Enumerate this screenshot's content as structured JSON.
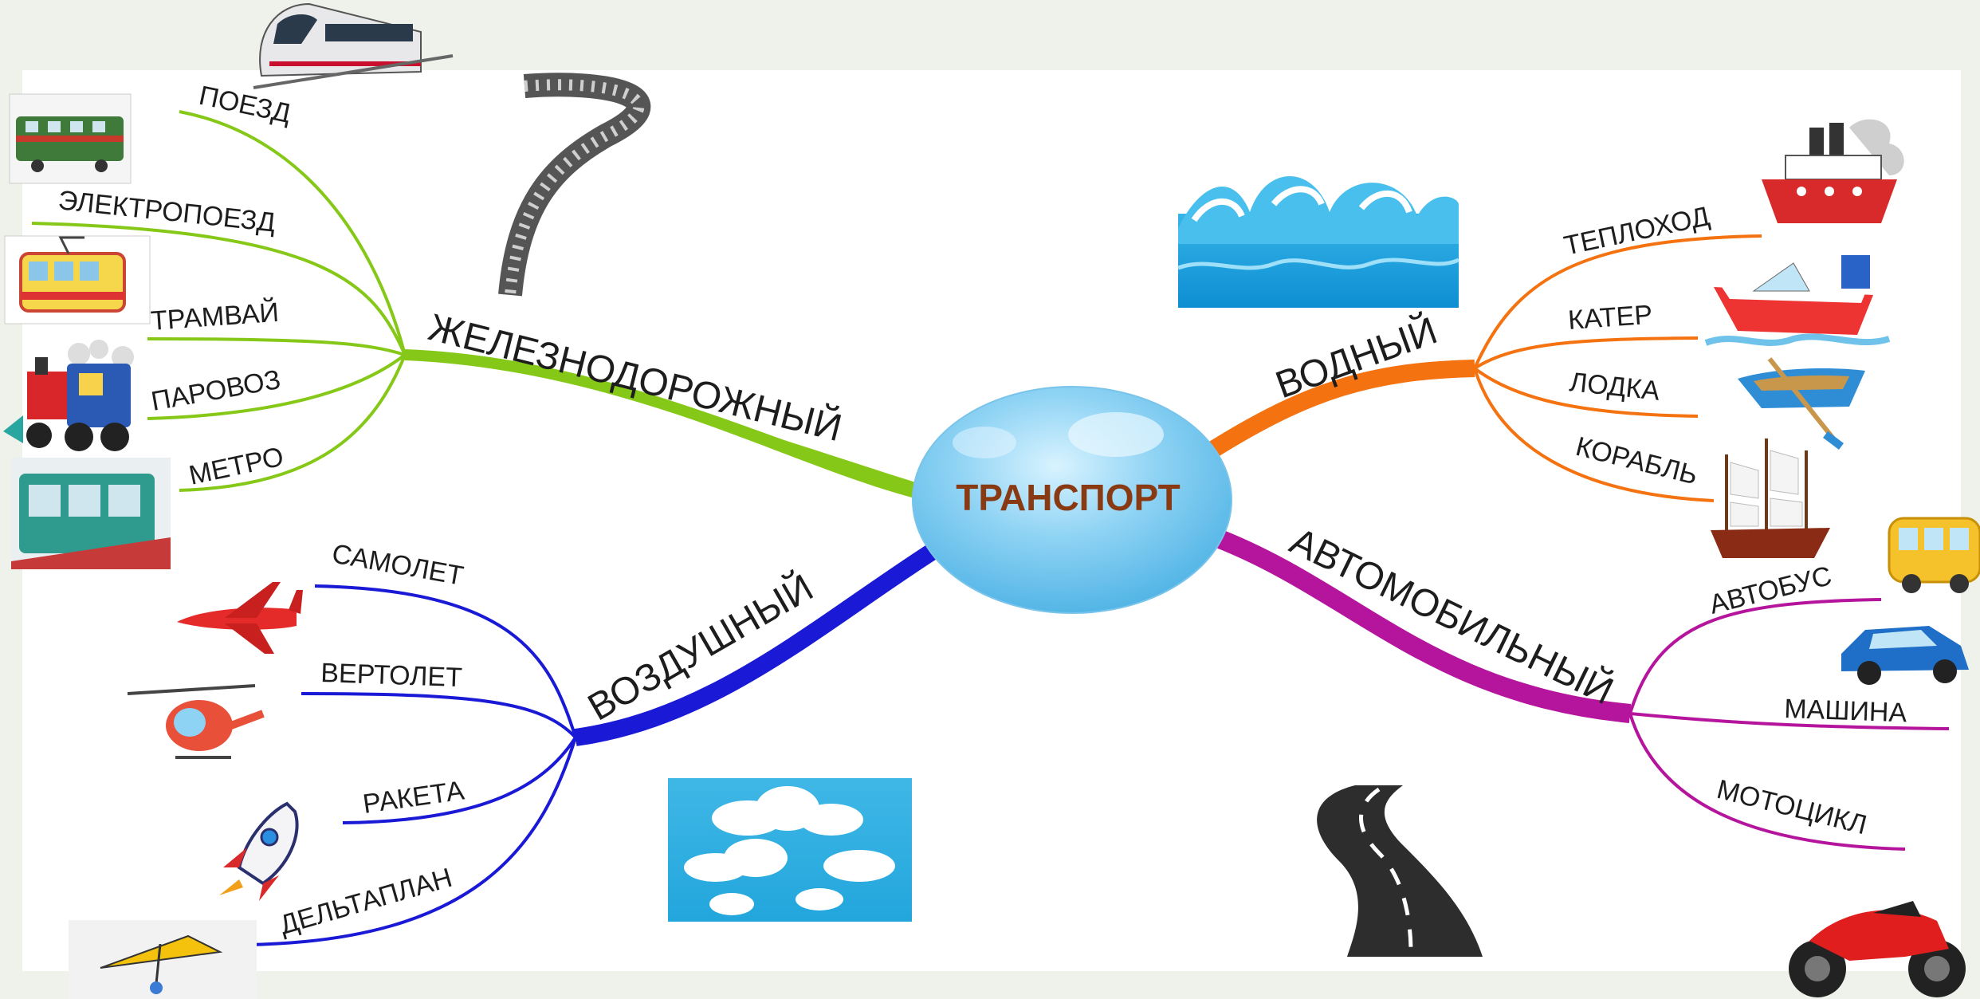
{
  "center": {
    "title": "ТРАНСПОРТ",
    "title_color": "#8a3a12",
    "bubble_color": "#8fd3f4"
  },
  "branches": [
    {
      "id": "rail",
      "label": "ЖЕЛЕЗНОДОРОЖНЫЙ",
      "color": "#86c818",
      "items": [
        "ПОЕЗД",
        "ЭЛЕКТРОПОЕЗД",
        "ТРАМВАЙ",
        "ПАРОВОЗ",
        "МЕТРО"
      ],
      "pictures": [
        "train-icon",
        "electric-train-icon",
        "tram-icon",
        "steam-locomotive-icon",
        "metro-icon",
        "railway-track-icon"
      ]
    },
    {
      "id": "water",
      "label": "ВОДНЫЙ",
      "color": "#f57210",
      "items": [
        "ТЕПЛОХОД",
        "КАТЕР",
        "ЛОДКА",
        "КОРАБЛЬ"
      ],
      "pictures": [
        "steamship-icon",
        "motorboat-icon",
        "rowboat-icon",
        "sailing-ship-icon",
        "waves-icon"
      ]
    },
    {
      "id": "air",
      "label": "ВОЗДУШНЫЙ",
      "color": "#1a1ad6",
      "items": [
        "САМОЛЕТ",
        "ВЕРТОЛЕТ",
        "РАКЕТА",
        "ДЕЛЬТАПЛАН"
      ],
      "pictures": [
        "airplane-icon",
        "helicopter-icon",
        "rocket-icon",
        "hang-glider-icon",
        "clouds-icon"
      ]
    },
    {
      "id": "road",
      "label": "АВТОМОБИЛЬНЫЙ",
      "color": "#b5159c",
      "items": [
        "АВТОБУС",
        "МАШИНА",
        "МОТОЦИКЛ"
      ],
      "pictures": [
        "bus-icon",
        "car-icon",
        "motorcycle-icon",
        "road-icon"
      ]
    }
  ]
}
